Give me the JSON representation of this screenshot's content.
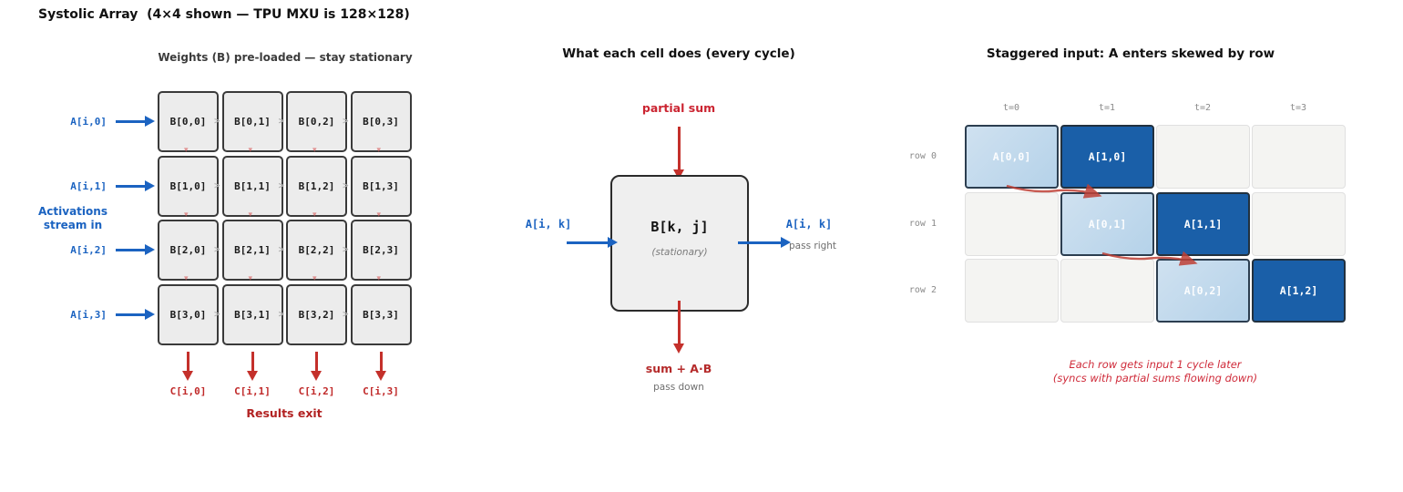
{
  "title": "Systolic Array  (4×4 shown — TPU MXU is 128×128)",
  "colors": {
    "accent_blue": "#1b63c1",
    "arrow_red": "#c4302b",
    "dark_red": "#b22222",
    "note_red": "#cf2b3a",
    "sketch_red": "#bf4036",
    "dark_cell_blue": "#1a5fa8",
    "light_cell_blue": "#bdd7ea",
    "cell_grey": "#ececec"
  },
  "icons": {
    "flow_right": ">",
    "flow_down": "▾"
  },
  "left_panel": {
    "subtitle": "Weights (B) pre-loaded — stay stationary",
    "side_label_line1": "Activations",
    "side_label_line2": "stream in",
    "row_inputs": [
      "A[i,0]",
      "A[i,1]",
      "A[i,2]",
      "A[i,3]"
    ],
    "grid": [
      [
        "B[0,0]",
        "B[0,1]",
        "B[0,2]",
        "B[0,3]"
      ],
      [
        "B[1,0]",
        "B[1,1]",
        "B[1,2]",
        "B[1,3]"
      ],
      [
        "B[2,0]",
        "B[2,1]",
        "B[2,2]",
        "B[2,3]"
      ],
      [
        "B[3,0]",
        "B[3,1]",
        "B[3,2]",
        "B[3,3]"
      ]
    ],
    "col_outputs": [
      "C[i,0]",
      "C[i,1]",
      "C[i,2]",
      "C[i,3]"
    ],
    "footer": "Results exit"
  },
  "middle_panel": {
    "title": "What each cell does (every cycle)",
    "top_label": "partial sum",
    "cell_label": "B[k, j]",
    "cell_sub": "(stationary)",
    "left_label": "A[i, k]",
    "right_label": "A[i, k]",
    "right_sub": "pass right",
    "bottom_label": "sum + A·B",
    "bottom_sub": "pass down"
  },
  "right_panel": {
    "title": "Staggered input: A enters skewed by row",
    "col_headers": [
      "t=0",
      "t=1",
      "t=2",
      "t=3"
    ],
    "row_labels": [
      "row 0",
      "row 1",
      "row 2"
    ],
    "cells": [
      [
        {
          "state": "light",
          "label": "A[0,0]"
        },
        {
          "state": "dark",
          "label": "A[1,0]"
        },
        {
          "state": "empty",
          "label": ""
        },
        {
          "state": "empty",
          "label": ""
        }
      ],
      [
        {
          "state": "empty",
          "label": ""
        },
        {
          "state": "light",
          "label": "A[0,1]"
        },
        {
          "state": "dark",
          "label": "A[1,1]"
        },
        {
          "state": "empty",
          "label": ""
        }
      ],
      [
        {
          "state": "empty",
          "label": ""
        },
        {
          "state": "empty",
          "label": ""
        },
        {
          "state": "light",
          "label": "A[0,2]"
        },
        {
          "state": "dark",
          "label": "A[1,2]"
        }
      ]
    ],
    "note_line1": "Each row gets input 1 cycle later",
    "note_line2": "(syncs with partial sums flowing down)"
  }
}
